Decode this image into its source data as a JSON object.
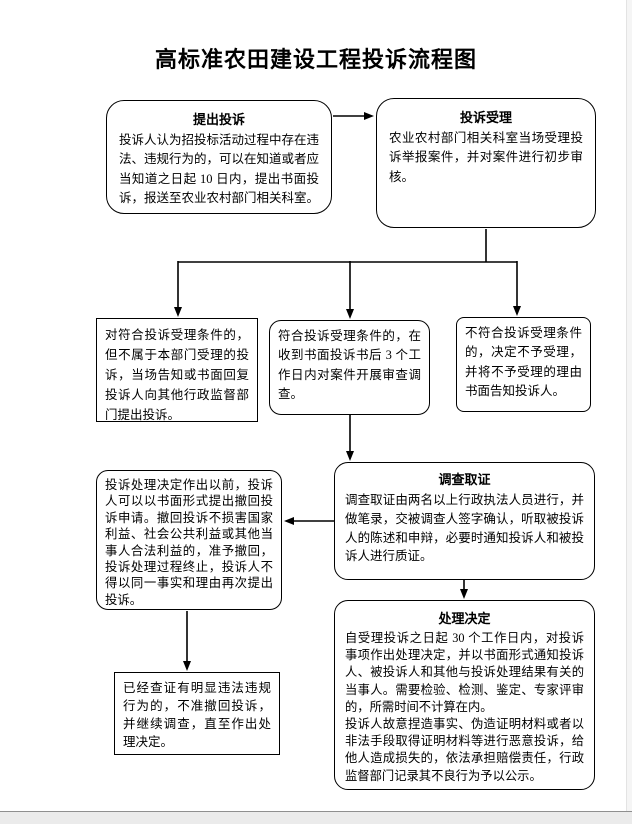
{
  "page": {
    "title": "高标准农田建设工程投诉流程图"
  },
  "nodes": {
    "submit": {
      "header": "提出投诉",
      "body": "投诉人认为招投标活动过程中存在违法、违规行为的，可以在知道或者应当知道之日起 10 日内，提出书面投诉，报送至农业农村部门相关科室。"
    },
    "accept": {
      "header": "投诉受理",
      "body": "农业农村部门相关科室当场受理投诉举报案件，并对案件进行初步审核。"
    },
    "transfer": {
      "body": "对符合投诉受理条件的，但不属于本部门受理的投诉，当场告知或书面回复投诉人向其他行政监督部门提出投诉。"
    },
    "review": {
      "body": "符合投诉受理条件的，在收到书面投诉书后 3 个工作日内对案件开展审查调查。"
    },
    "reject": {
      "body": "不符合投诉受理条件的，决定不予受理，并将不予受理的理由书面告知投诉人。"
    },
    "evidence": {
      "header": "调查取证",
      "body": "调查取证由两名以上行政执法人员进行，并做笔录，交被调查人签字确认，听取被投诉人的陈述和申辩，必要时通知投诉人和被投诉人进行质证。"
    },
    "withdraw": {
      "body": "投诉处理决定作出以前，投诉人可以以书面形式提出撤回投诉申请。撤回投诉不损害国家利益、社会公共利益或其他当事人合法利益的，准予撤回，投诉处理过程终止，投诉人不得以同一事实和理由再次提出投诉。"
    },
    "decision": {
      "header": "处理决定",
      "body1": "自受理投诉之日起 30 个工作日内，对投诉事项作出处理决定，并以书面形式通知投诉人、被投诉人和其他与投诉处理结果有关的当事人。需要检验、检测、鉴定、专家评审的，所需时间不计算在内。",
      "body2": "投诉人故意捏造事实、伪造证明材料或者以非法手段取得证明材料等进行恶意投诉，给他人造成损失的，依法承担赔偿责任，行政监督部门记录其不良行为予以公示。"
    },
    "no_withdraw": {
      "body": "已经查证有明显违法违规行为的，不准撤回投诉，并继续调查，直至作出处理决定。"
    }
  },
  "colors": {
    "line": "#000000",
    "box_border": "#000000",
    "background": "#ffffff"
  }
}
